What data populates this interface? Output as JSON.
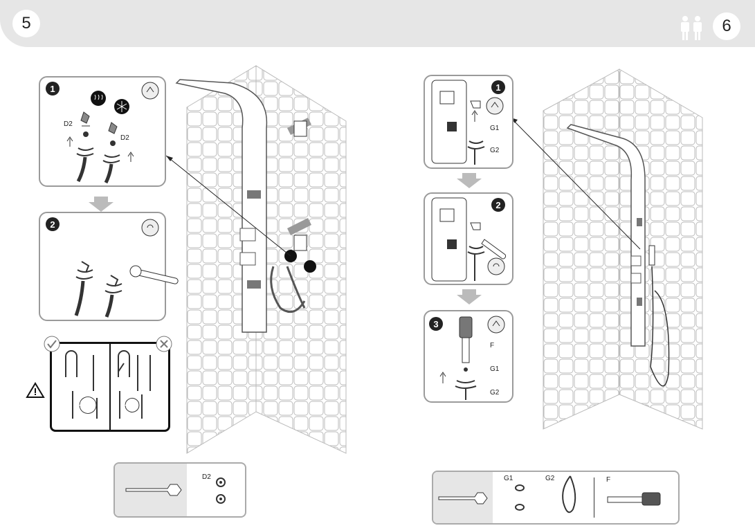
{
  "header": {
    "left_page": "5",
    "right_page": "6",
    "people_icon": "two-persons-icon"
  },
  "left": {
    "step1": {
      "num": "1",
      "label_a": "D2",
      "label_b": "D2",
      "icon_hot": "hot-water-icon",
      "icon_cold": "cold-water-icon"
    },
    "step2": {
      "num": "2"
    },
    "warning_icon": "warning-triangle-icon",
    "parts": {
      "label": "D2"
    }
  },
  "right": {
    "step1": {
      "num": "1",
      "g1": "G1",
      "g2": "G2"
    },
    "step2": {
      "num": "2"
    },
    "step3": {
      "num": "3",
      "f": "F",
      "g1": "G1",
      "g2": "G2"
    },
    "parts": {
      "g1": "G1",
      "g2": "G2",
      "f": "F"
    }
  }
}
